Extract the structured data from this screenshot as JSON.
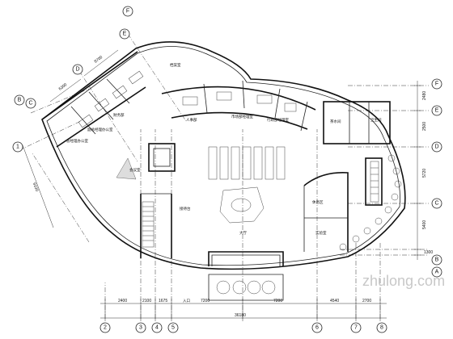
{
  "grid_bubbles": {
    "bottom": [
      "2",
      "3",
      "4",
      "5",
      "6",
      "7",
      "8"
    ],
    "right": [
      "A",
      "B",
      "C",
      "D",
      "E",
      "F"
    ],
    "left": [
      "1",
      "C",
      "B"
    ],
    "top": [
      "F",
      "E",
      "D"
    ]
  },
  "bottom_dims": {
    "segments": [
      "2400",
      "2100",
      "1675",
      "7200",
      "7200",
      "4540",
      "2700"
    ],
    "total": "36180"
  },
  "right_dims": [
    "2480",
    "2500",
    "5720",
    "5400",
    "1300"
  ],
  "left_dims": [
    "9100"
  ],
  "top_dims": [
    "6300",
    "8700"
  ],
  "rooms": {
    "office_1": "总经理办公室",
    "office_2": "副总经理办公室",
    "office_3": "财务部",
    "office_4": "人事部",
    "office_5": "市场部经理室",
    "office_6": "行政部经理室",
    "meeting": "会议室",
    "reception": "接待台",
    "lobby": "大厅",
    "lounge": "休息区",
    "lab": "实验室",
    "archive": "档案室",
    "pantry": "茶水间",
    "toilet": "卫生间",
    "entrance": "入口"
  },
  "watermark": "zhulong.com"
}
